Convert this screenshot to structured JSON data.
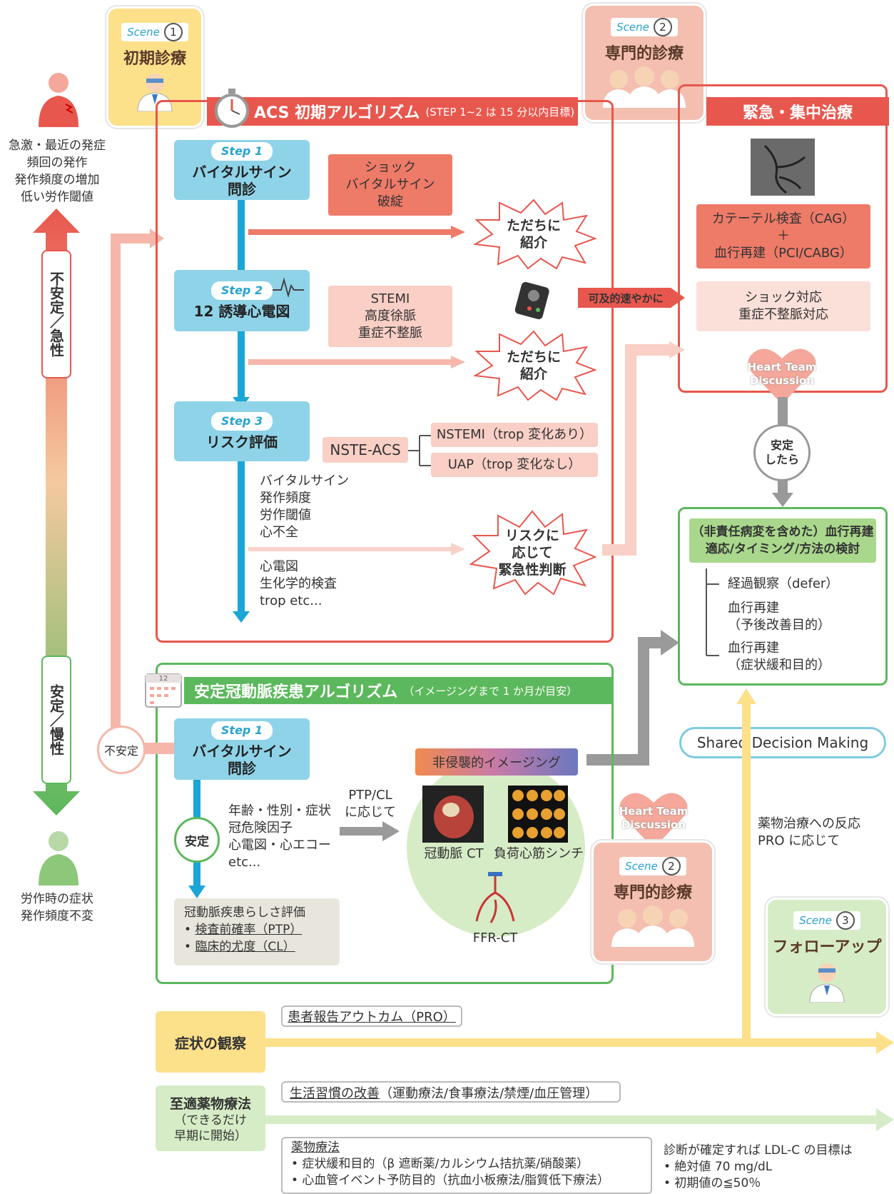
{
  "colors": {
    "red": "#e8574d",
    "green": "#5cb85c",
    "blue": "#1aa6d6",
    "step": "#8fd3e8",
    "salmon": "#ee7a68",
    "pink": "#f9cfc6",
    "yellow": "#fde08a",
    "lightgreen": "#d6ecc6"
  },
  "left": {
    "acute_text": "急激・最近の発症\n頻回の発作\n発作頻度の増加\n低い労作閾値",
    "acute_label": "不安定／急性",
    "chronic_label": "安定／慢性",
    "chronic_text": "労作時の症状\n発作頻度不変"
  },
  "scenes": {
    "tag": "Scene",
    "s1": {
      "num": "1",
      "title": "初期診療"
    },
    "s2": {
      "num": "2",
      "title": "専門的診療"
    },
    "s2b": {
      "num": "2",
      "title": "専門的診療"
    },
    "s3": {
      "num": "3",
      "title": "フォローアップ"
    }
  },
  "acs": {
    "title": "ACS 初期アルゴリズム",
    "subtitle": "(STEP 1~2 は 15 分以内目標)",
    "step1": {
      "tag": "Step 1",
      "label": "バイタルサイン\n問診"
    },
    "step2": {
      "tag": "Step 2",
      "label": "12 誘導心電図"
    },
    "step3": {
      "tag": "Step 3",
      "label": "リスク評価"
    },
    "shock": "ショック\nバイタルサイン\n破綻",
    "stemi": "STEMI\n高度徐脈\n重症不整脈",
    "refer1": "ただちに\n紹介",
    "refer2": "ただちに\n紹介",
    "nste": "NSTE-ACS",
    "nstemi": "NSTEMI（trop 変化あり）",
    "uap": "UAP（trop 変化なし）",
    "risk_items1": "バイタルサイン\n発作頻度\n労作閾値\n心不全",
    "risk_items2": "心電図\n生化学的検査\ntrop etc...",
    "risk_judge": "リスクに\n応じて\n緊急性判断",
    "asap": "可及的速やかに"
  },
  "emergency": {
    "title": "緊急・集中治療",
    "cag": "カテーテル検査（CAG）\n＋\n血行再建（PCI/CABG）",
    "shock": "ショック対応\n重症不整脈対応",
    "heart_team": "Heart Team\nDiscussion",
    "stable": "安定\nしたら"
  },
  "revasc": {
    "header": "（非責任病変を含めた）血行再建\n適応/タイミング/方法の検討",
    "item1": "経過観察（defer）",
    "item2": "血行再建\n（予後改善目的）",
    "item3": "血行再建\n（症状緩和目的）"
  },
  "sdm": "Shared Decision Making",
  "stable_algo": {
    "calendar_num": "12",
    "title": "安定冠動脈疾患アルゴリズム",
    "subtitle": "（イメージングまで 1 か月が目安）",
    "unstable": "不安定",
    "step1": {
      "tag": "Step 1",
      "label": "バイタルサイン\n問診"
    },
    "stable": "安定",
    "factors": "年齢・性別・症状\n冠危険因子\n心電図・心エコー\netc...",
    "ptp_cl": "PTP/CL\nに応じて",
    "assess_title": "冠動脈疾患らしさ評価",
    "assess1": "検査前確率（PTP）",
    "assess2": "臨床的尤度（CL）",
    "imaging": "非侵襲的イメージング",
    "ct": "冠動脈 CT",
    "spect": "負荷心筋シンチ",
    "ffrct": "FFR-CT",
    "heart_team": "Heart Team\nDiscussion"
  },
  "followup": {
    "response": "薬物治療への反応\nPRO に応じて"
  },
  "bottom": {
    "symptom": "症状の観察",
    "pro": "患者報告アウトカム（PRO）",
    "meds_title": "至適薬物療法",
    "meds_sub": "（できるだけ\n早期に開始）",
    "lifestyle_u": "生活習慣の改善",
    "lifestyle_rest": "（運動療法/食事療法/禁煙/血圧管理）",
    "drug_title": "薬物療法",
    "drug1": "• 症状緩和目的（β 遮断薬/カルシウム拮抗薬/硝酸薬）",
    "drug2": "• 心血管イベント予防目的（抗血小板療法/脂質低下療法）",
    "ldl": "診断が確定すれば LDL-C の目標は\n• 絶対値 70 mg/dL\n• 初期値の≦50％"
  }
}
